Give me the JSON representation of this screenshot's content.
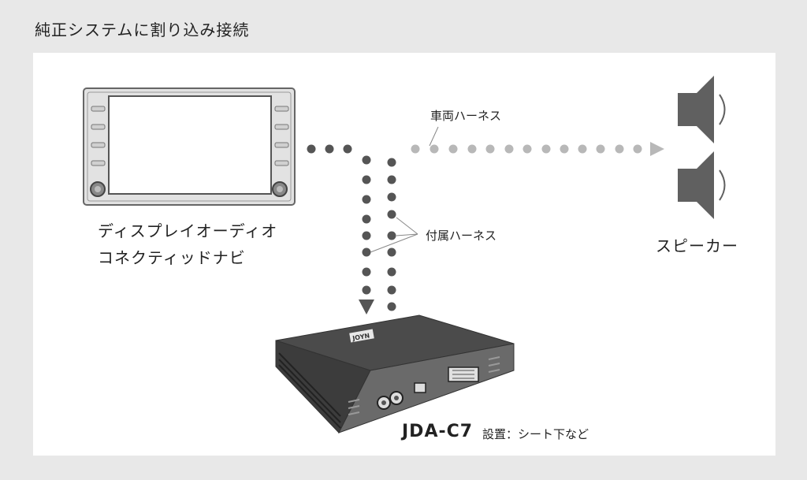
{
  "title": "純正システムに割り込み接続",
  "navi": {
    "line1": "ディスプレイオーディオ",
    "line2": "コネクティッドナビ"
  },
  "speaker": {
    "label": "スピーカー"
  },
  "harness": {
    "vehicle": "車両ハーネス",
    "accessory": "付属ハーネス"
  },
  "device": {
    "model": "JDA-C7",
    "install": "設置：シート下など",
    "logo": "JOYN"
  },
  "colors": {
    "dark_dot": "#555555",
    "light_dot": "#b8b8b8",
    "device_body": "#4a4a4a",
    "speaker": "#606060"
  }
}
